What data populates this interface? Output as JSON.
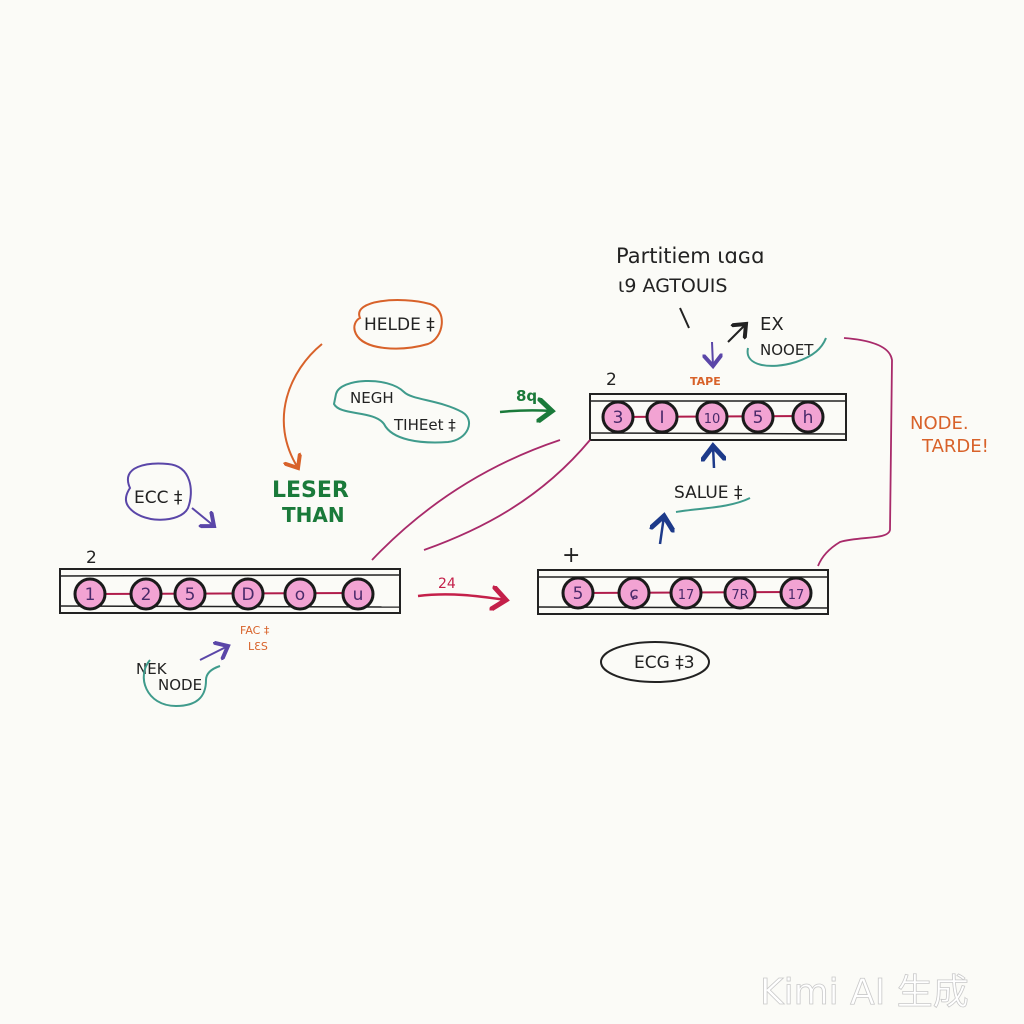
{
  "title_block": {
    "line1": "Partitiem ɩɑɢɑ",
    "line2": "ɩ9 AGTOUIS"
  },
  "arrays": {
    "left": {
      "label": "2",
      "nodes": [
        "1",
        "2",
        "5",
        "D",
        "o",
        "u"
      ]
    },
    "top_right": {
      "label": "2",
      "nodes": [
        "3",
        "I",
        "10",
        "5",
        "h"
      ]
    },
    "bottom_right": {
      "label": "+",
      "nodes": [
        "5",
        "ɕ",
        "17",
        "7R",
        "17"
      ]
    }
  },
  "annotations": {
    "helde": "HELDE ‡",
    "neeh": "NEGH",
    "tiieet": "TIHEet ‡",
    "leser": "LESER",
    "than": "THAN",
    "ecc": "ECC ‡",
    "nek": "NEK",
    "node": "NODE",
    "fac": "FAC ‡",
    "lts": "LƐS",
    "sq": "8q",
    "two_four": "24",
    "tape": "TAPE",
    "ex": "EX",
    "noret": "NOOET",
    "node_tarde_1": "NODE.",
    "node_tarde_2": "TARDE!",
    "salue": "SALUE ‡",
    "ecg": "ECG ‡3"
  },
  "watermark": "Kimi AI 生成",
  "colors": {
    "background": "#fbfbf7",
    "ink": "#222222",
    "node_fill": "#f2a3d3",
    "link": "#b01c4b",
    "orange": "#d8622a",
    "teal": "#3f9b8c",
    "green": "#1a7a3a",
    "purple": "#5a46a8",
    "crimson": "#c4204a",
    "magenta": "#a82a6a",
    "navy": "#1d3a8a"
  }
}
